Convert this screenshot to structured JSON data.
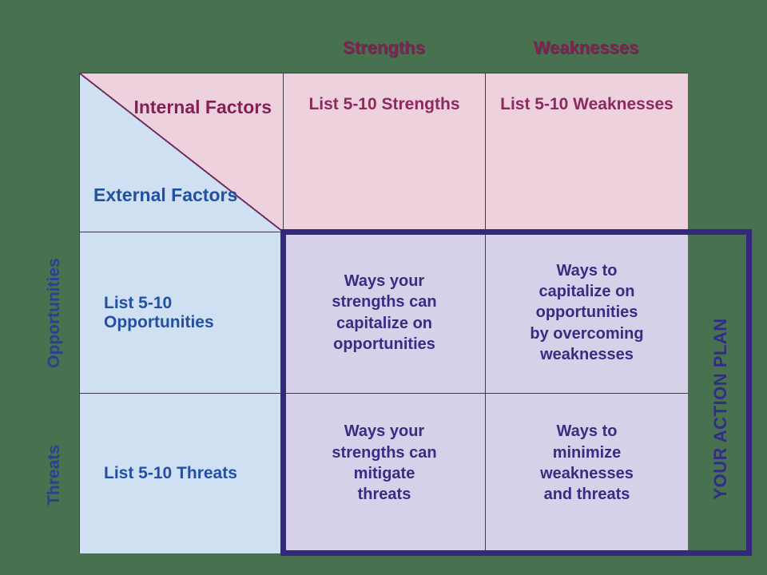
{
  "column_headers": {
    "strengths": "Strengths",
    "weaknesses": "Weaknesses"
  },
  "corner": {
    "internal": "Internal Factors",
    "external": "External Factors"
  },
  "row_labels": {
    "opportunities": "Opportunities",
    "threats": "Threats"
  },
  "cells": {
    "list_strengths": "List 5-10 Strengths",
    "list_weaknesses": "List 5-10 Weaknesses",
    "list_opportunities": "List 5-10\nOpportunities",
    "list_threats": "List 5-10 Threats",
    "strengths_opportunities": "Ways your\nstrengths can\ncapitalize on\nopportunities",
    "weaknesses_opportunities": "Ways to\ncapitalize on\nopportunities\nby overcoming\nweaknesses",
    "strengths_threats": "Ways your\nstrengths can\nmitigate\nthreats",
    "weaknesses_threats": "Ways to\nminimize\nweaknesses\nand threats"
  },
  "action_plan": {
    "label": "YOUR ACTION PLAN"
  },
  "colors": {
    "background": "#48724F",
    "pink_cell": "#EDD2DE",
    "blue_cell": "#CEE0F2",
    "lavender_cell": "#D7D0E9",
    "maroon_text": "#8C2960",
    "header_maroon_text": "#7E2352",
    "blue_text": "#2350A0",
    "indigo_rotated_text": "#2C3E96",
    "purple_cell_text": "#392C82",
    "action_plan_border": "#32297C",
    "diagonal_line": "#71305F",
    "grid_line": "#3F3C49"
  }
}
